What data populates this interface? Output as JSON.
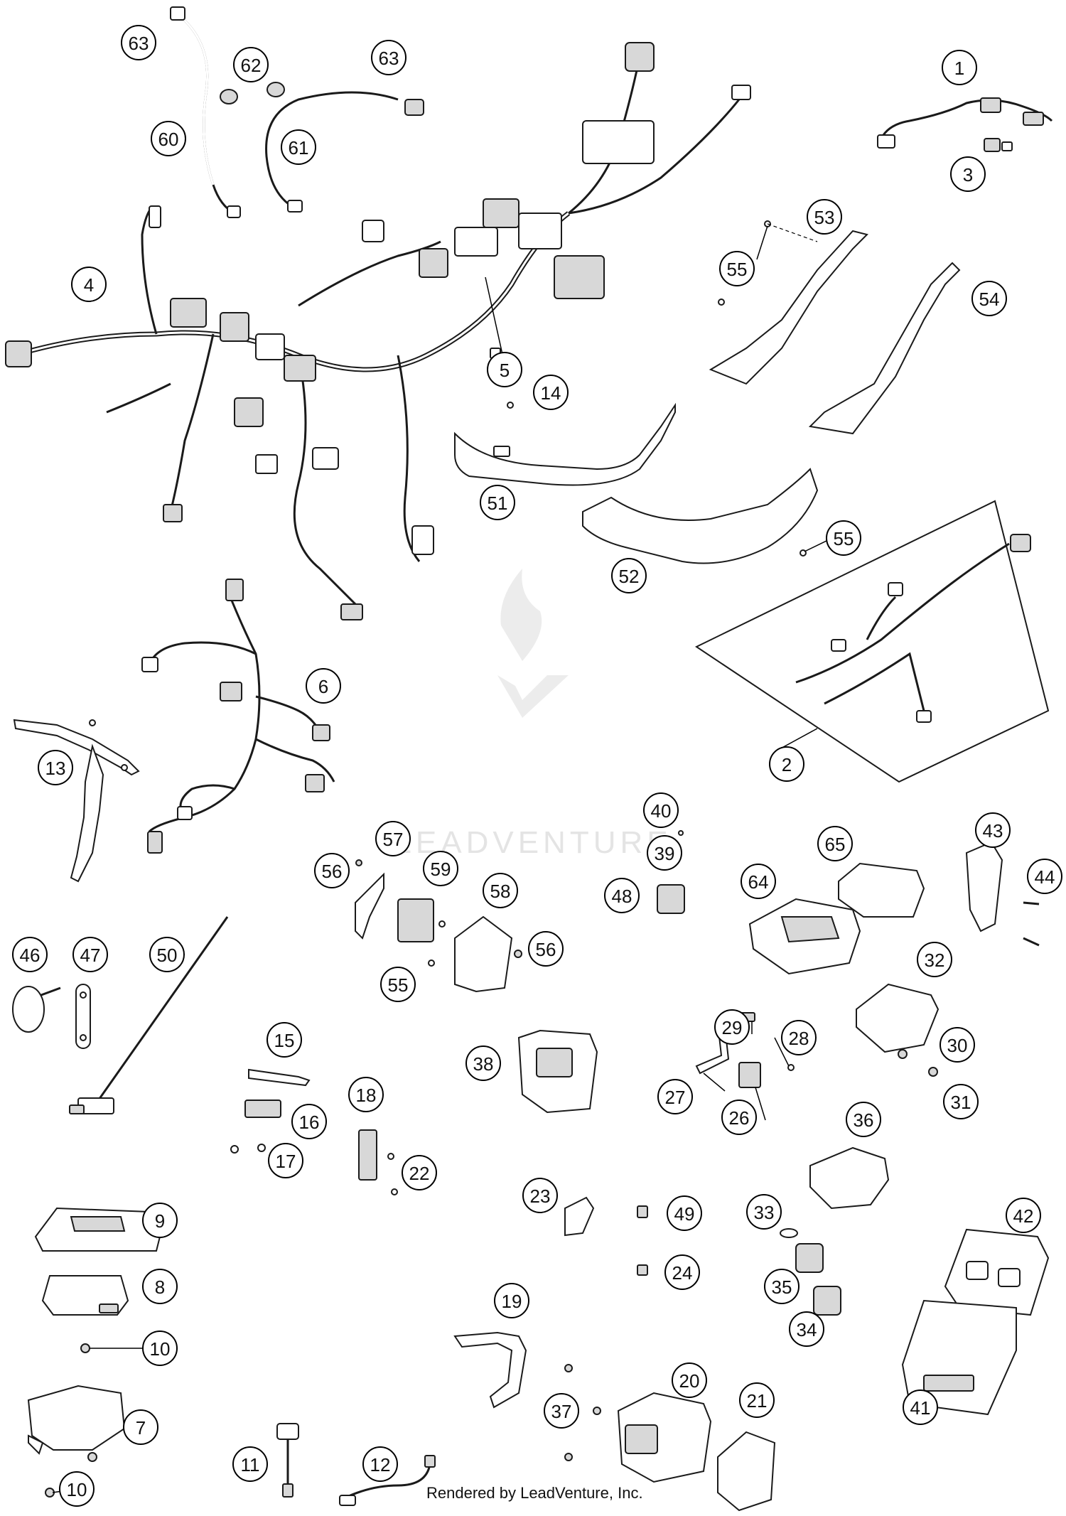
{
  "watermark": {
    "brand": "LEADVENTURE"
  },
  "footer": {
    "text": "Rendered by LeadVenture, Inc."
  },
  "callouts": [
    "1",
    "2",
    "3",
    "4",
    "5",
    "6",
    "7",
    "8",
    "9",
    "10",
    "10",
    "11",
    "12",
    "13",
    "14",
    "15",
    "16",
    "17",
    "18",
    "19",
    "20",
    "21",
    "22",
    "23",
    "24",
    "26",
    "27",
    "28",
    "29",
    "30",
    "31",
    "32",
    "33",
    "34",
    "35",
    "36",
    "37",
    "38",
    "39",
    "40",
    "41",
    "42",
    "43",
    "44",
    "46",
    "47",
    "48",
    "49",
    "50",
    "51",
    "52",
    "53",
    "54",
    "55",
    "55",
    "55",
    "56",
    "56",
    "57",
    "58",
    "59",
    "60",
    "61",
    "62",
    "63",
    "63",
    "64",
    "65"
  ]
}
